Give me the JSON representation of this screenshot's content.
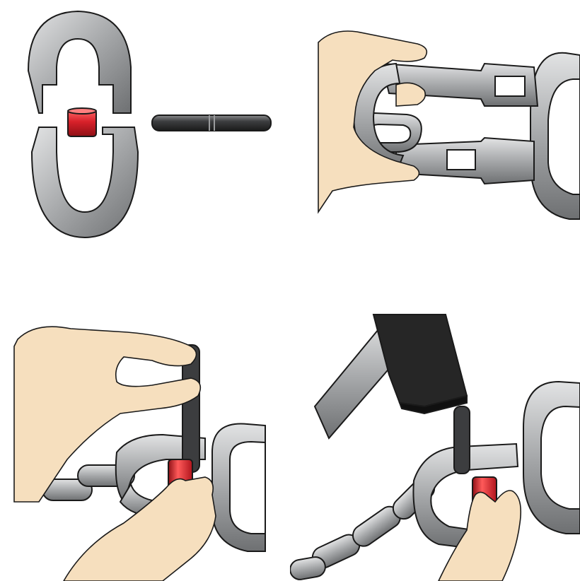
{
  "figure": {
    "steps": [
      {
        "id": 1,
        "content": "connecting-link-parts-and-pin"
      },
      {
        "id": 2,
        "content": "hand-joining-link-halves"
      },
      {
        "id": 3,
        "content": "inserting-pin-through-sleeve"
      },
      {
        "id": 4,
        "content": "hammering-pin-into-link"
      }
    ]
  },
  "colors": {
    "steel": "#a6a8aa",
    "steel_dark": "#707274",
    "steel_light": "#d6d8da",
    "outline": "#1a1a1a",
    "sleeve_red": "#d8212a",
    "pin": "#3c3d3f",
    "skin": "#f6dfbe",
    "hammer": "#262626"
  }
}
